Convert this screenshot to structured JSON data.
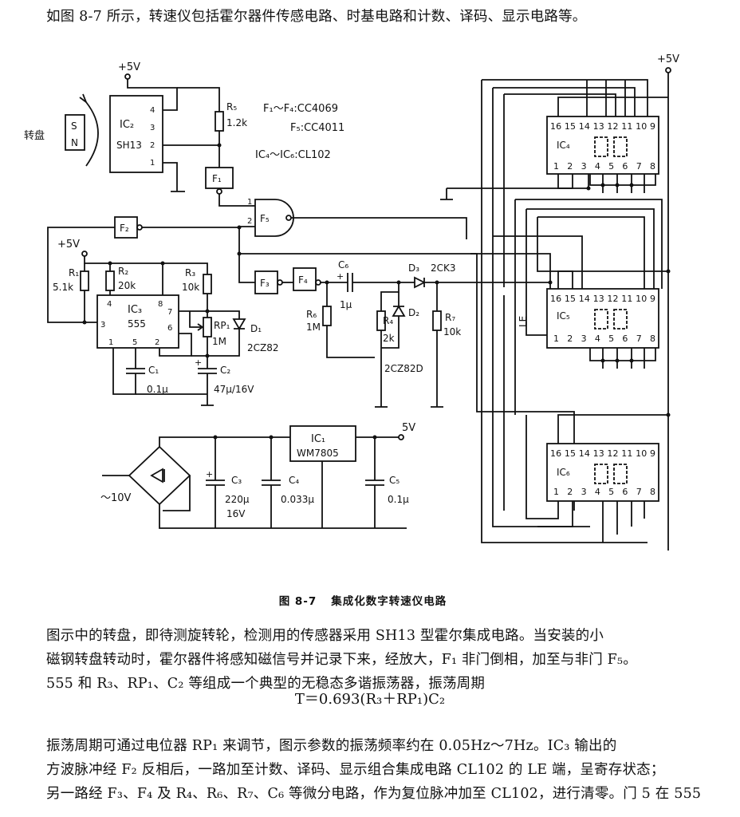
{
  "intro": "如图 8-7 所示，转速仪包括霍尔器件传感电路、时基电路和计数、译码、显示电路等。",
  "figure": {
    "number": "图 8-7",
    "caption": "集成化数字转速仪电路",
    "labels": {
      "v5_top": "+5V",
      "v5_left": "+5V",
      "v5_right": "+5V",
      "v5_out": "5V",
      "turntable": "转盘",
      "magnet_s": "S",
      "magnet_n": "N",
      "ic2": "IC₂",
      "ic2_type": "SH13",
      "r5": "R₅",
      "r5_val": "1.2k",
      "f1": "F₁",
      "f2": "F₂",
      "f3": "F₃",
      "f4": "F₄",
      "f5": "F₅",
      "legend1": "F₁～F₄:CC4069",
      "legend2": "F₅:CC4011",
      "legend3": "IC₄～IC₆:CL102",
      "r1": "R₁",
      "r1_val": "5.1k",
      "r2": "R₂",
      "r2_val": "20k",
      "r3": "R₃",
      "r3_val": "10k",
      "ic3": "IC₃",
      "ic3_type": "555",
      "rp1": "RP₁",
      "rp1_val": "1M",
      "d1": "D₁",
      "d1_type": "2CZ82",
      "c1": "C₁",
      "c1_val": "0.1μ",
      "c2": "C₂",
      "c2_val": "47μ/16V",
      "c6": "C₆",
      "c6_val": "1μ",
      "r6": "R₆",
      "r6_val": "1M",
      "r4": "R₄",
      "r4_val": "2k",
      "d2": "D₂",
      "d2_type": "2CZ82D",
      "d3": "D₃",
      "d3_type": "2CK3",
      "r7": "R₇",
      "r7_val": "10k",
      "le": "LE",
      "ic4": "IC₄",
      "ic5": "IC₅",
      "ic6": "IC₆",
      "pins_top": "16 15 14 13 12 11 10 9",
      "pins_bottom": "1  2  3  4  5  6  7  8",
      "ic1": "IC₁",
      "ic1_type": "WM7805",
      "ac_in": "～10V",
      "c3": "C₃",
      "c3_val": "220μ",
      "c3_volt": "16V",
      "c4": "C₄",
      "c4_val": "0.033μ",
      "c5": "C₅",
      "c5_val": "0.1μ",
      "pin4": "4",
      "pin3": "3",
      "pin2": "2",
      "pin1": "1",
      "pin5": "5",
      "pin6": "6",
      "pin7": "7",
      "pin8": "8",
      "plus": "+"
    }
  },
  "body1": [
    "图示中的转盘，即待测旋转轮，检测用的传感器采用 SH13 型霍尔集成电路。当安装的小",
    "磁钢转盘转动时，霍尔器件将感知磁信号并记录下来，经放大，F₁ 非门倒相，加至与非门 F₅。",
    "555 和 R₃、RP₁、C₂ 等组成一个典型的无稳态多谐振荡器，振荡周期"
  ],
  "formula": "T＝0.693(R₃＋RP₁)C₂",
  "body2": [
    "振荡周期可通过电位器 RP₁ 来调节，图示参数的振荡频率约在 0.05Hz～7Hz。IC₃ 输出的",
    "方波脉冲经 F₂ 反相后，一路加至计数、译码、显示组合集成电路 CL102 的 LE 端，呈寄存状态；",
    "另一路经 F₃、F₄ 及 R₄、R₆、R₇、C₆ 等微分电路，作为复位脉冲加至 CL102，进行清零。门 5 在 555"
  ]
}
